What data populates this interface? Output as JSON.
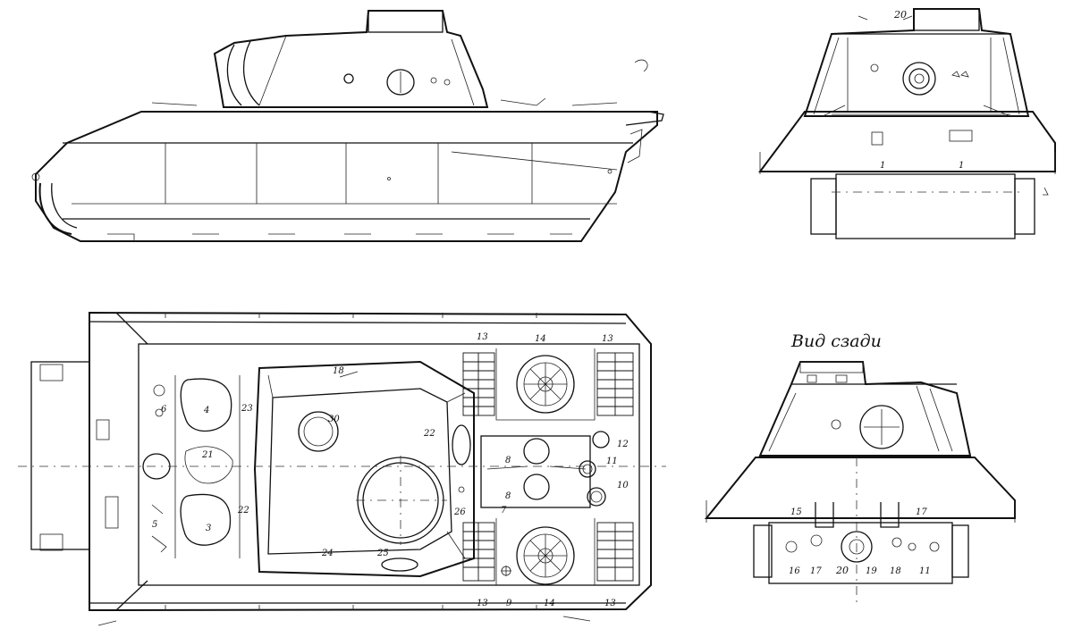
{
  "labels": {
    "rear_view_caption": "Вид сзади",
    "rear_top_number": "20",
    "top_view": {
      "n13_tl": "13",
      "n14_t": "14",
      "n13_tr": "13",
      "n18": "18",
      "n30": "30",
      "n4": "4",
      "n23": "23",
      "n21": "21",
      "n22a": "22",
      "n22b": "22",
      "n3": "3",
      "n5": "5",
      "n6": "6",
      "n8a": "8",
      "n8b": "8",
      "n12": "12",
      "n11": "11",
      "n10": "10",
      "n26": "26",
      "n7": "7",
      "n24": "24",
      "n25": "25",
      "n13_bl": "13",
      "n9": "9",
      "n14_b": "14",
      "n13_br": "13"
    },
    "front_view": {
      "n1a": "1",
      "n1b": "1"
    },
    "rear_view": {
      "n15": "15",
      "n17t": "17",
      "n16": "16",
      "n17b": "17",
      "n20": "20",
      "n19": "19",
      "n18": "18",
      "n11": "11"
    }
  }
}
